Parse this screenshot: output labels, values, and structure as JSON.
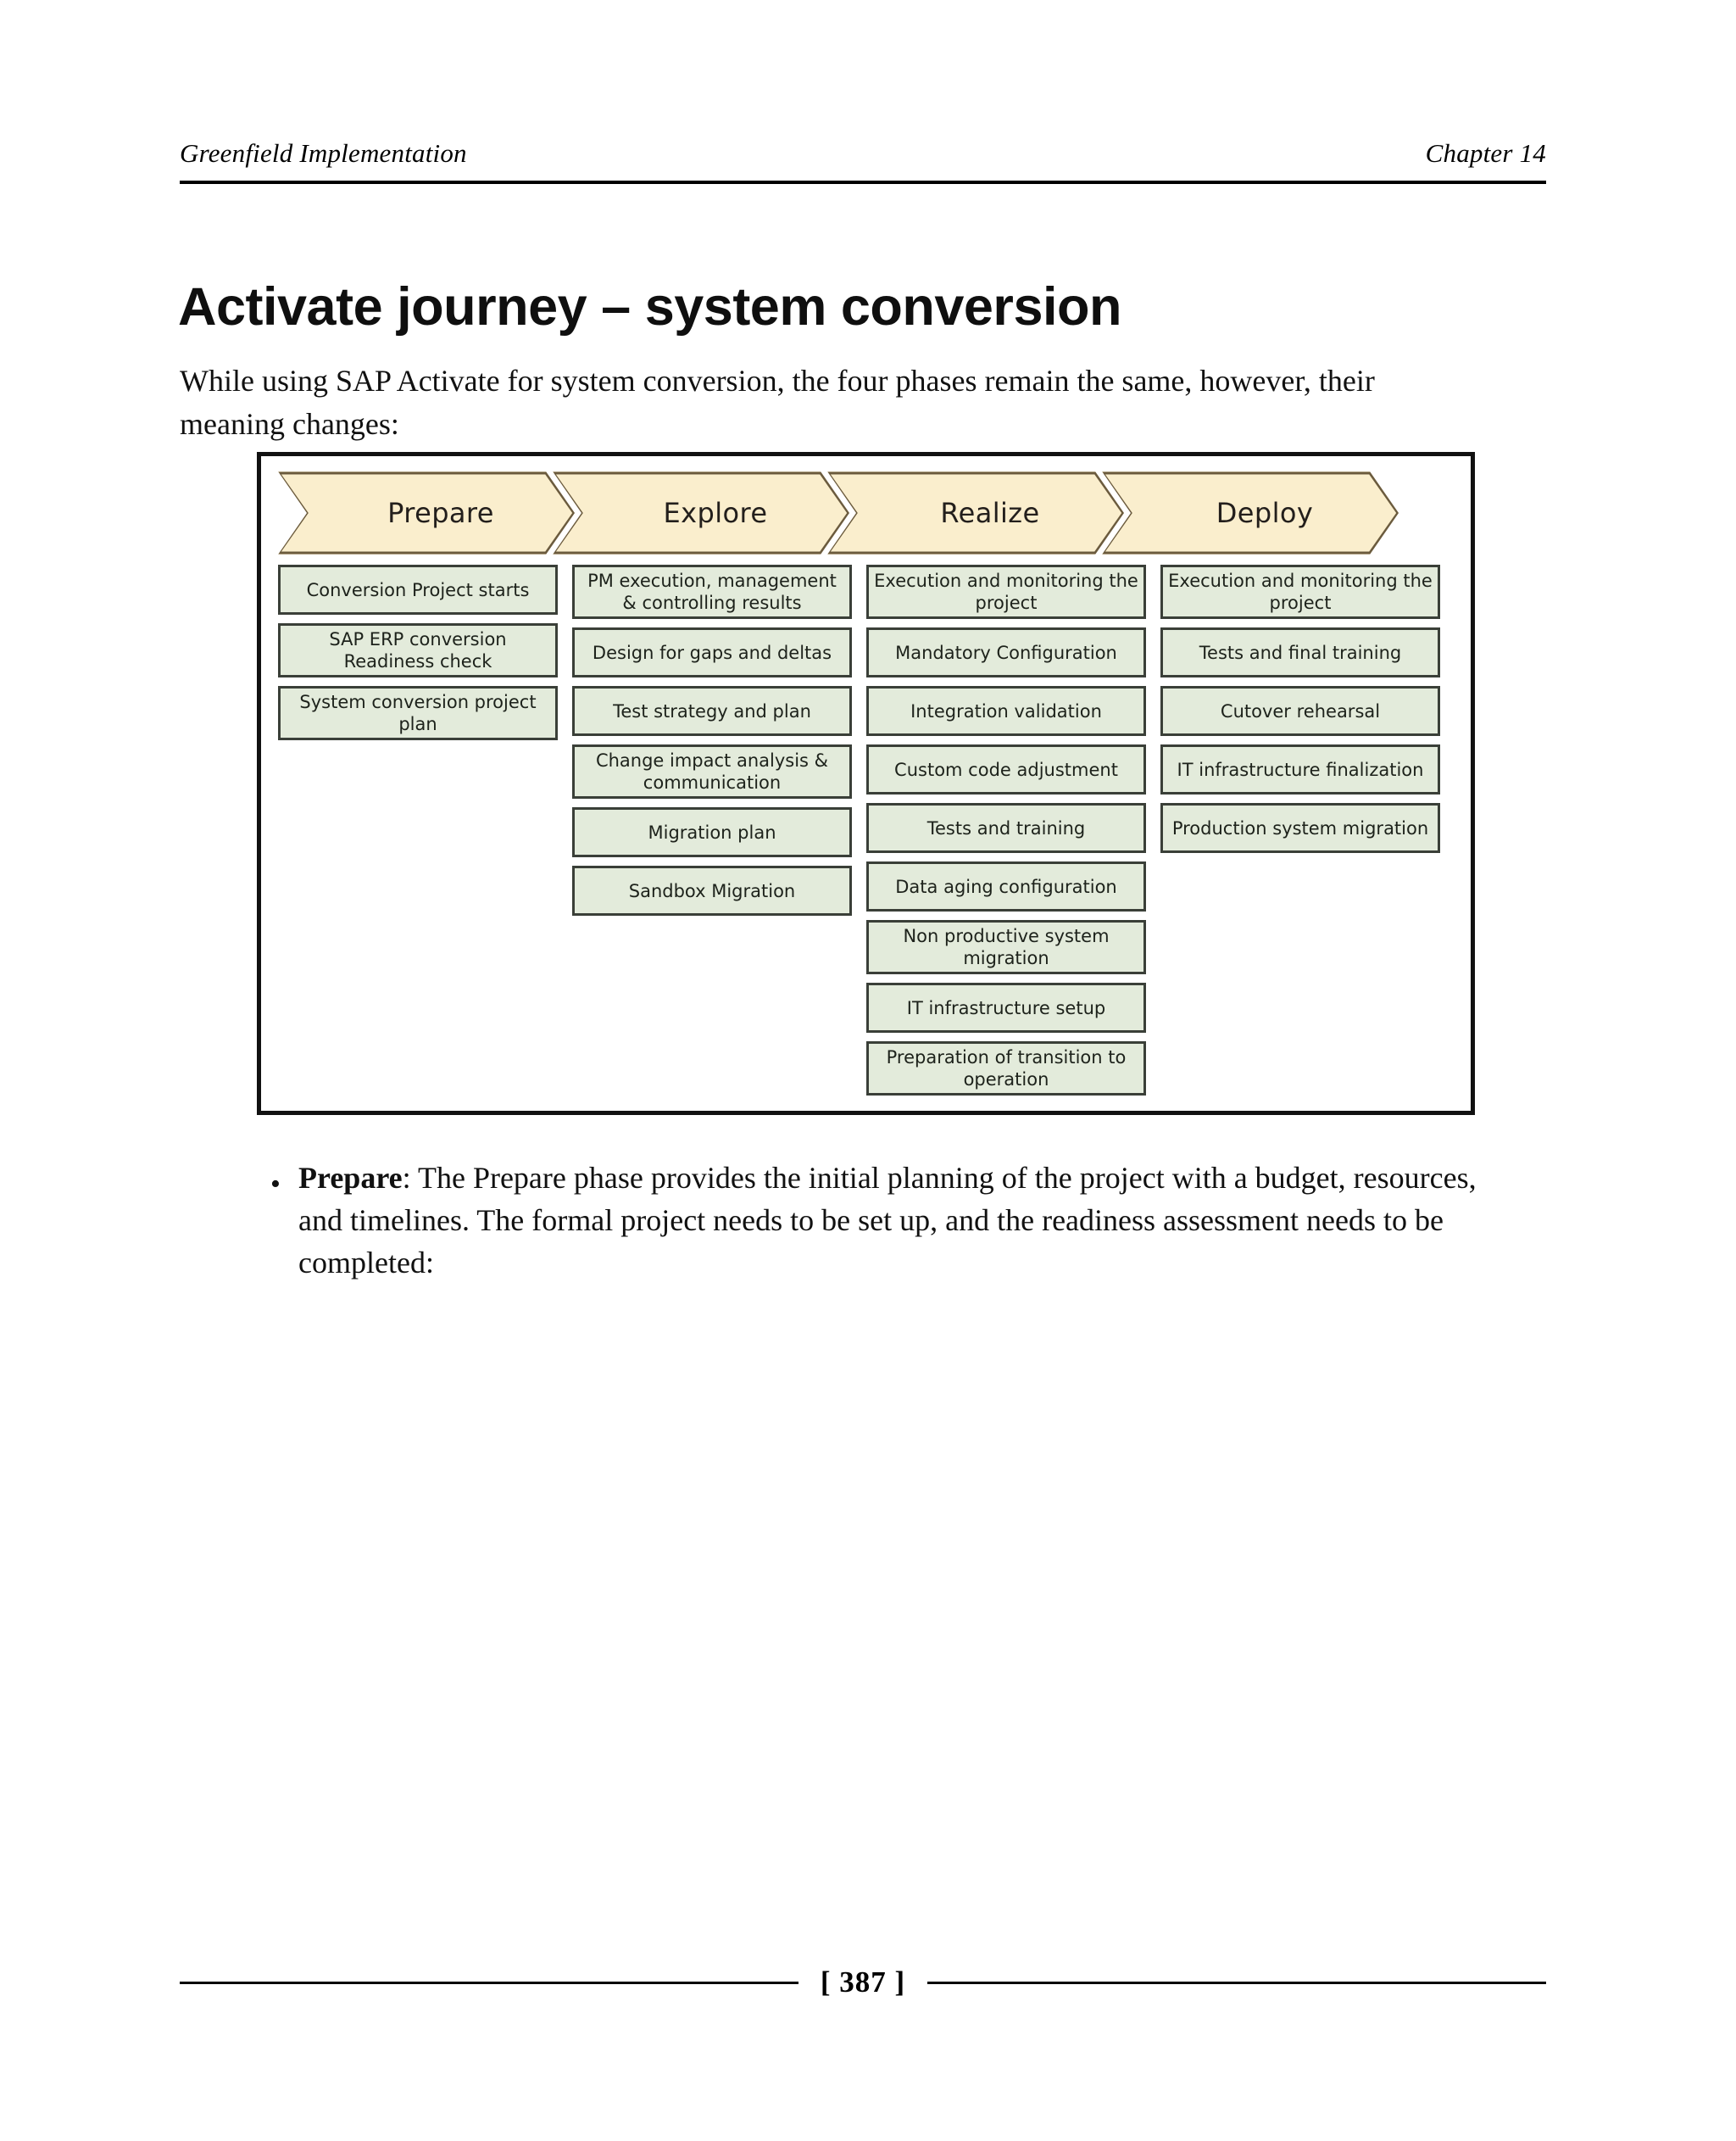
{
  "header": {
    "left_text": "Greenfield Implementation",
    "right_text": "Chapter 14"
  },
  "title": "Activate journey – system conversion",
  "intro_paragraph": "While using SAP Activate for system conversion, the four phases remain the same, however, their meaning changes:",
  "figure": {
    "phases": [
      {
        "name": "Prepare",
        "tasks": [
          "Conversion Project starts",
          "SAP ERP conversion Readiness check",
          "System conversion project plan"
        ]
      },
      {
        "name": "Explore",
        "tasks": [
          "PM execution, management & controlling results",
          "Design for gaps and deltas",
          "Test strategy and plan",
          "Change impact analysis & communication",
          "Migration plan",
          "Sandbox Migration"
        ]
      },
      {
        "name": "Realize",
        "tasks": [
          "Execution and monitoring the project",
          "Mandatory Configuration",
          "Integration validation",
          "Custom code adjustment",
          "Tests and training",
          "Data aging configuration",
          "Non productive system migration",
          "IT infrastructure setup",
          "Preparation of transition to operation"
        ]
      },
      {
        "name": "Deploy",
        "tasks": [
          "Execution and monitoring the project",
          "Tests and final training",
          "Cutover rehearsal",
          "IT infrastructure finalization",
          "Production system migration"
        ]
      }
    ],
    "colors": {
      "chevron_fill": "#FAEECD",
      "chevron_border": "#6B5B3E",
      "task_fill": "#E3EBDB",
      "task_border": "#3A3F38",
      "frame_border": "#111111"
    }
  },
  "bullets": [
    {
      "lead": "Prepare",
      "text": ": The Prepare phase provides the initial planning of the project with a budget, resources, and timelines. The formal project needs to be set up, and the readiness assessment needs to be completed:"
    }
  ],
  "footer": {
    "page_number": "[ 387 ]"
  }
}
